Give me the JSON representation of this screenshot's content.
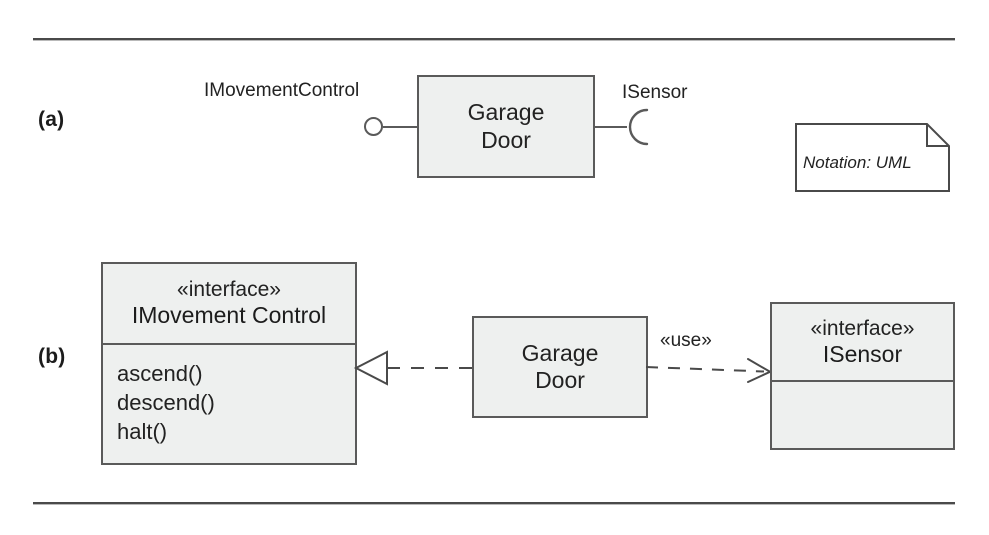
{
  "figure": {
    "dividers": {
      "top_rule": "horizontal-rule",
      "bottom_rule": "horizontal-rule"
    },
    "colors": {
      "box_fill": "#eef0ef",
      "box_border": "#5a5a5a",
      "rule": "#4a4a4a",
      "note_fill": "#ffffff",
      "text": "#222222"
    }
  },
  "part_a": {
    "label": "(a)",
    "provided_interface_caption": "IMovementControl",
    "required_interface_caption": "ISensor",
    "component": {
      "line1": "Garage",
      "line2": "Door"
    },
    "provided_symbol": "lollipop-ball",
    "required_symbol": "socket-arc"
  },
  "note": {
    "text": "Notation: UML"
  },
  "part_b": {
    "label": "(b)",
    "interface_left": {
      "stereotype": "«interface»",
      "name": "IMovement Control",
      "operations": [
        "ascend()",
        "descend()",
        "halt()"
      ]
    },
    "component": {
      "line1": "Garage",
      "line2": "Door"
    },
    "realization_relationship": "realization-hollow-triangle-dashed",
    "dependency": {
      "stereotype": "«use»",
      "relationship": "dependency-open-arrow-dashed"
    },
    "interface_right": {
      "stereotype": "«interface»",
      "name": "ISensor",
      "operations": []
    }
  }
}
